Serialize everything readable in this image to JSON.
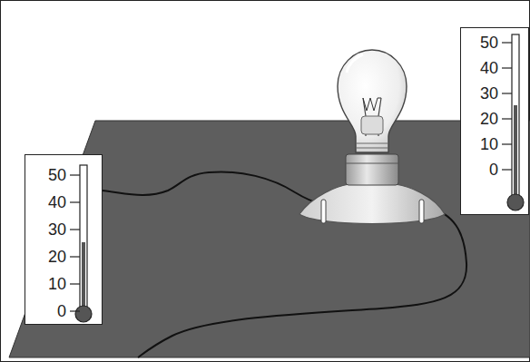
{
  "diagram": {
    "nodes": [
      {
        "text": [
          "50",
          "40",
          "30",
          "20",
          "10",
          "0"
        ]
      },
      {
        "text": [
          "50",
          "40",
          "30",
          "20",
          "10",
          "0"
        ]
      }
    ]
  }
}
